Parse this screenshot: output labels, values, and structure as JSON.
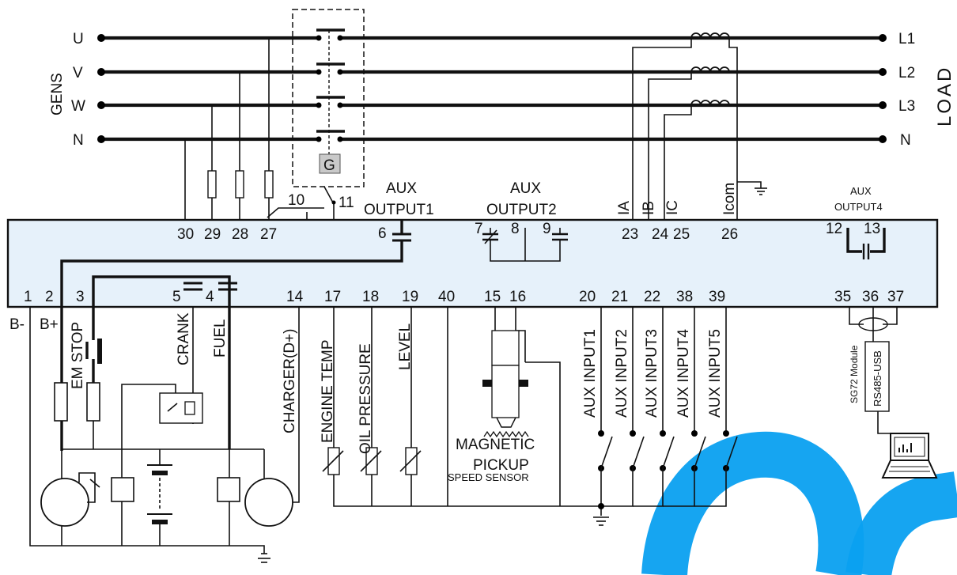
{
  "sources": {
    "side_label": "GENS",
    "phases": [
      "U",
      "V",
      "W",
      "N"
    ]
  },
  "load": {
    "side_label": "LOAD",
    "phases": [
      "L1",
      "L2",
      "L3",
      "N"
    ]
  },
  "breaker_label": "G",
  "controller": {
    "top_terminals": [
      "30",
      "29",
      "28",
      "27",
      "10",
      "11",
      "6",
      "7",
      "8",
      "9",
      "23",
      "24",
      "25",
      "26",
      "12",
      "13"
    ],
    "bottom_terminals": [
      "1",
      "2",
      "3",
      "5",
      "4",
      "14",
      "17",
      "18",
      "19",
      "40",
      "15",
      "16",
      "20",
      "21",
      "22",
      "38",
      "39",
      "35",
      "36",
      "37"
    ],
    "current_inputs": [
      "IA",
      "IB",
      "IC",
      "Icom"
    ]
  },
  "outputs": {
    "aux1": [
      "AUX",
      "OUTPUT1"
    ],
    "aux2": [
      "AUX",
      "OUTPUT2"
    ],
    "aux4": [
      "AUX",
      "OUTPUT4"
    ]
  },
  "battery": {
    "neg": "B-",
    "pos": "B+"
  },
  "bottom_labels": {
    "em_stop": "EM STOP",
    "crank": "CRANK",
    "fuel": "FUEL",
    "charger": "CHARGER(D+)"
  },
  "sensors": [
    "ENGINE TEMP",
    "OIL PRESSURE",
    "LEVEL"
  ],
  "pickup": {
    "line1": "MAGNETIC",
    "line2": "PICKUP",
    "line3": "SPEED SENSOR"
  },
  "aux_inputs": [
    "AUX INPUT1",
    "AUX INPUT2",
    "AUX INPUT3",
    "AUX INPUT4",
    "AUX INPUT5"
  ],
  "comms": {
    "module": "SG72 Module",
    "converter": "RS485-USB"
  },
  "colors": {
    "panel": "#e6f1fa",
    "watermark": "#0aa0f0",
    "line": "#111111"
  }
}
